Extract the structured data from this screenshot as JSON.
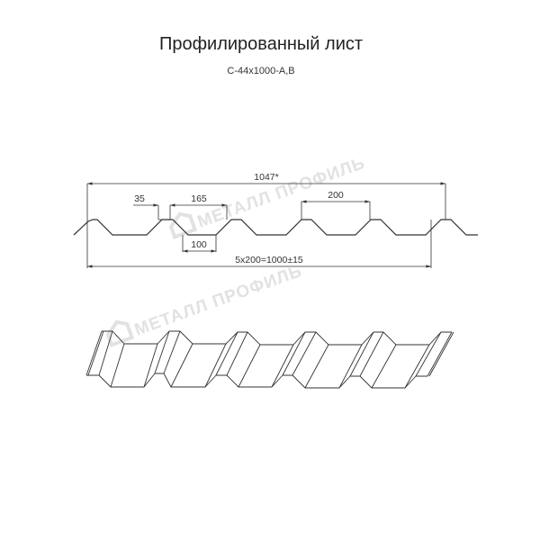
{
  "title": "Профилированный лист",
  "subtitle": "С-44х1000-А,В",
  "dimensions": {
    "total_width": "1047*",
    "crest_top": "35",
    "crest_span": "165",
    "pitch": "200",
    "trough_bottom": "100",
    "working_width": "5х200=1000±15"
  },
  "watermark": {
    "text": "МЕТАЛЛ ПРОФИЛЬ",
    "color": "#e2e2e2"
  },
  "colors": {
    "line": "#333333",
    "background": "#ffffff"
  }
}
